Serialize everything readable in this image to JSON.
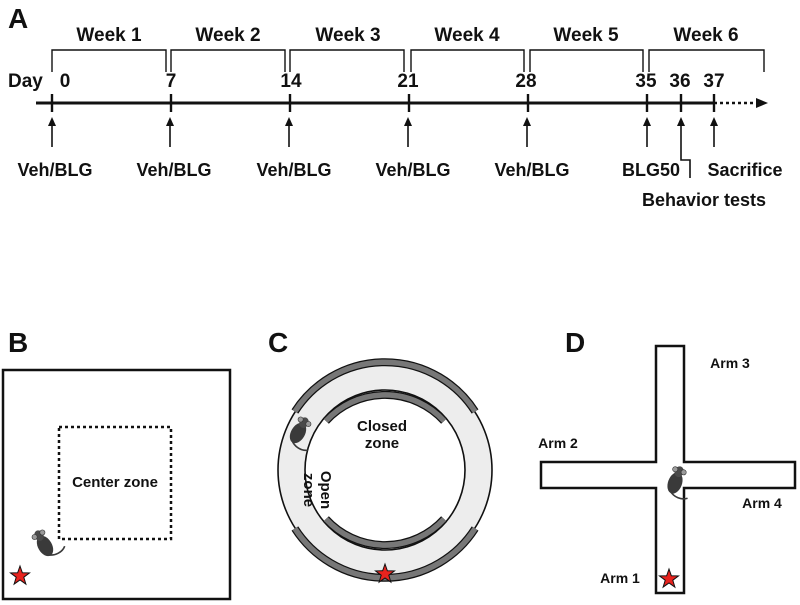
{
  "panel_a": {
    "letter": "A",
    "day_label": "Day",
    "weeks": [
      "Week 1",
      "Week 2",
      "Week 3",
      "Week 4",
      "Week 5",
      "Week 6"
    ],
    "days": [
      "0",
      "7",
      "14",
      "21",
      "28",
      "35",
      "36",
      "37"
    ],
    "treatments": [
      "Veh/BLG",
      "Veh/BLG",
      "Veh/BLG",
      "Veh/BLG",
      "Veh/BLG",
      "BLG50"
    ],
    "behavior_tests": "Behavior tests",
    "sacrifice": "Sacrifice"
  },
  "panel_b": {
    "letter": "B",
    "center_zone": "Center zone"
  },
  "panel_c": {
    "letter": "C",
    "closed_zone_line1": "Closed",
    "closed_zone_line2": "zone",
    "open_zone_line1": "Open",
    "open_zone_line2": "zone"
  },
  "panel_d": {
    "letter": "D",
    "arms": [
      "Arm 1",
      "Arm 2",
      "Arm  3",
      "Arm 4"
    ]
  },
  "colors": {
    "ring_fill": "#ededed",
    "wall": "#777777",
    "star": "#e8231e",
    "mouse": "#3a3a3a"
  }
}
